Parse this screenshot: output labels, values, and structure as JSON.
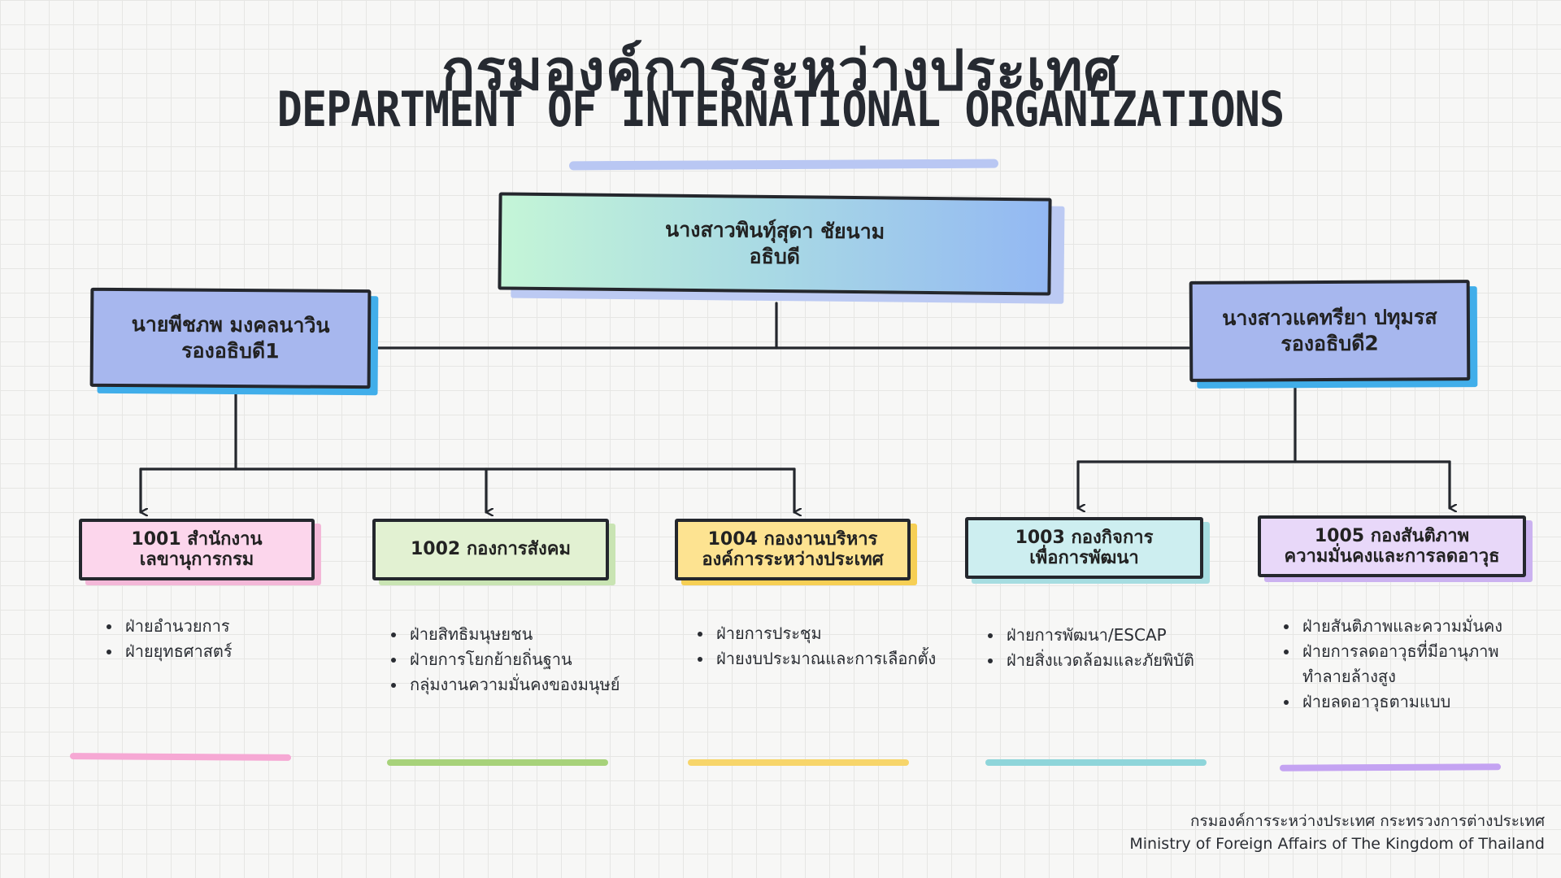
{
  "title": {
    "thai": "กรมองค์การระหว่างประเทศ",
    "english": "DEPARTMENT OF INTERNATIONAL ORGANIZATIONS"
  },
  "director": {
    "name": "นางสาวพินทุ์สุดา ชัยนาม",
    "position": "อธิบดี"
  },
  "deputies": [
    {
      "name": "นายพีชภพ มงคลนาวิน",
      "position": "รองอธิบดี1"
    },
    {
      "name": "นางสาวแคทรียา ปทุมรส",
      "position": "รองอธิบดี2"
    }
  ],
  "units": [
    {
      "line1": "1001 สำนักงาน",
      "line2": "เลขานุการกรม",
      "items": [
        "ฝ่ายอำนวยการ",
        "ฝ่ายยุทธศาสตร์"
      ]
    },
    {
      "line1": "1002 กองการสังคม",
      "items": [
        "ฝ่ายสิทธิมนุษยชน",
        "ฝ่ายการโยกย้ายถิ่นฐาน",
        "กลุ่มงานความมั่นคงของมนุษย์"
      ]
    },
    {
      "line1": "1004 กองงานบริหาร",
      "line2": "องค์การระหว่างประเทศ",
      "items": [
        "ฝ่ายการประชุม",
        "ฝ่ายงบประมาณและการเลือกตั้ง"
      ]
    },
    {
      "line1": "1003 กองกิจการ",
      "line2": "เพื่อการพัฒนา",
      "items": [
        "ฝ่ายการพัฒนา/ESCAP",
        "ฝ่ายสิ่งแวดล้อมและภัยพิบัติ"
      ]
    },
    {
      "line1": "1005 กองสันติภาพ",
      "line2": "ความมั่นคงและการลดอาวุธ",
      "items": [
        "ฝ่ายสันติภาพและความมั่นคง",
        "ฝ่ายการลดอาวุธที่มีอานุภาพทำลายล้างสูง",
        "ฝ่ายลดอาวุธตามแบบ"
      ]
    }
  ],
  "footer": {
    "thai": "กรมองค์การระหว่างประเทศ กระทรวงการต่างประเทศ",
    "english": "Ministry of Foreign Affairs of The Kingdom of Thailand"
  },
  "colors": {
    "line": "#24272d",
    "director_gradient": [
      "#c4f5d7",
      "#93b8f3"
    ],
    "deputy": "#a7b7ee",
    "unit_1001": "#fcd6ec",
    "unit_1002": "#e2f1d2",
    "unit_1004": "#fde391",
    "unit_1003": "#cdeef0",
    "unit_1005": "#e8d8f9"
  }
}
